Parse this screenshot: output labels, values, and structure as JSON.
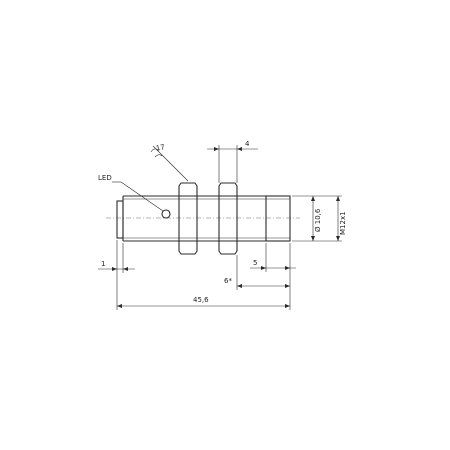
{
  "labels": {
    "led": "LED",
    "wrench": "17",
    "nut_thickness": "4",
    "diameter": "Ø 10,6",
    "thread": "M12x1",
    "cap_offset": "1",
    "lens_length": "5",
    "nut_offset": "6*",
    "total_length": "45,6"
  }
}
